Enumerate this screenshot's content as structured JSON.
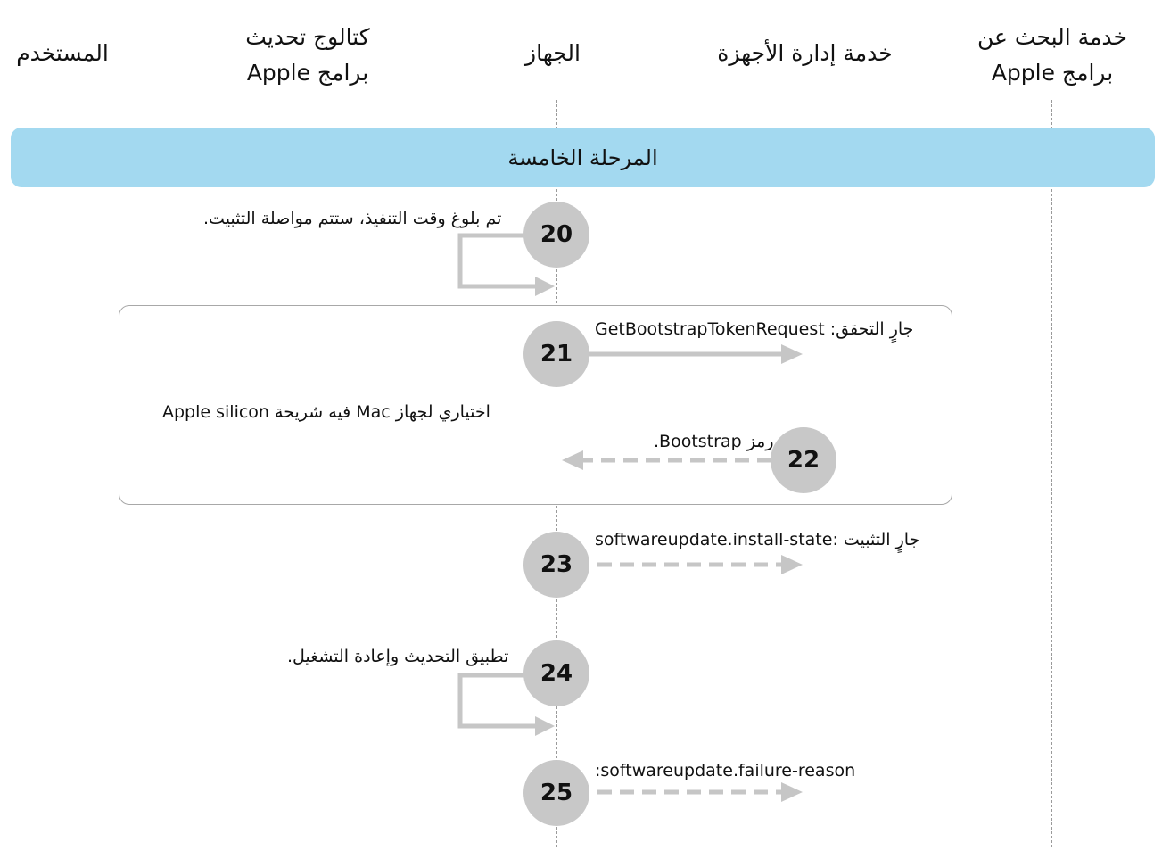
{
  "columns": {
    "user": {
      "line1": "المستخدم"
    },
    "catalog": {
      "line1": "كتالوج تحديث",
      "line2": "برامج Apple"
    },
    "device": {
      "line1": "الجهاز"
    },
    "mdm": {
      "line1": "خدمة إدارة الأجهزة"
    },
    "lookup": {
      "line1": "خدمة البحث عن",
      "line2": "برامج Apple"
    }
  },
  "phase": {
    "label": "المرحلة الخامسة"
  },
  "group": {
    "note": "اختياري لجهاز Mac فيه شريحة Apple silicon"
  },
  "steps": [
    {
      "number": "20",
      "label": "تم بلوغ وقت التنفيذ، ستتم مواصلة التثبيت."
    },
    {
      "number": "21",
      "label": "جارٍ التحقق: GetBootstrapTokenRequest"
    },
    {
      "number": "22",
      "label": "رمز Bootstrap."
    },
    {
      "number": "23",
      "label": "جارٍ التثبيت :softwareupdate.install-state"
    },
    {
      "number": "24",
      "label": "تطبيق التحديث وإعادة التشغيل."
    },
    {
      "number": "25",
      "label": ":softwareupdate.failure-reason"
    }
  ],
  "colors": {
    "phase_bg": "#a3d9f0",
    "step_circle": "#c8c8c8",
    "arrow": "#c6c6c6",
    "lifeline": "#9a9a9a"
  }
}
